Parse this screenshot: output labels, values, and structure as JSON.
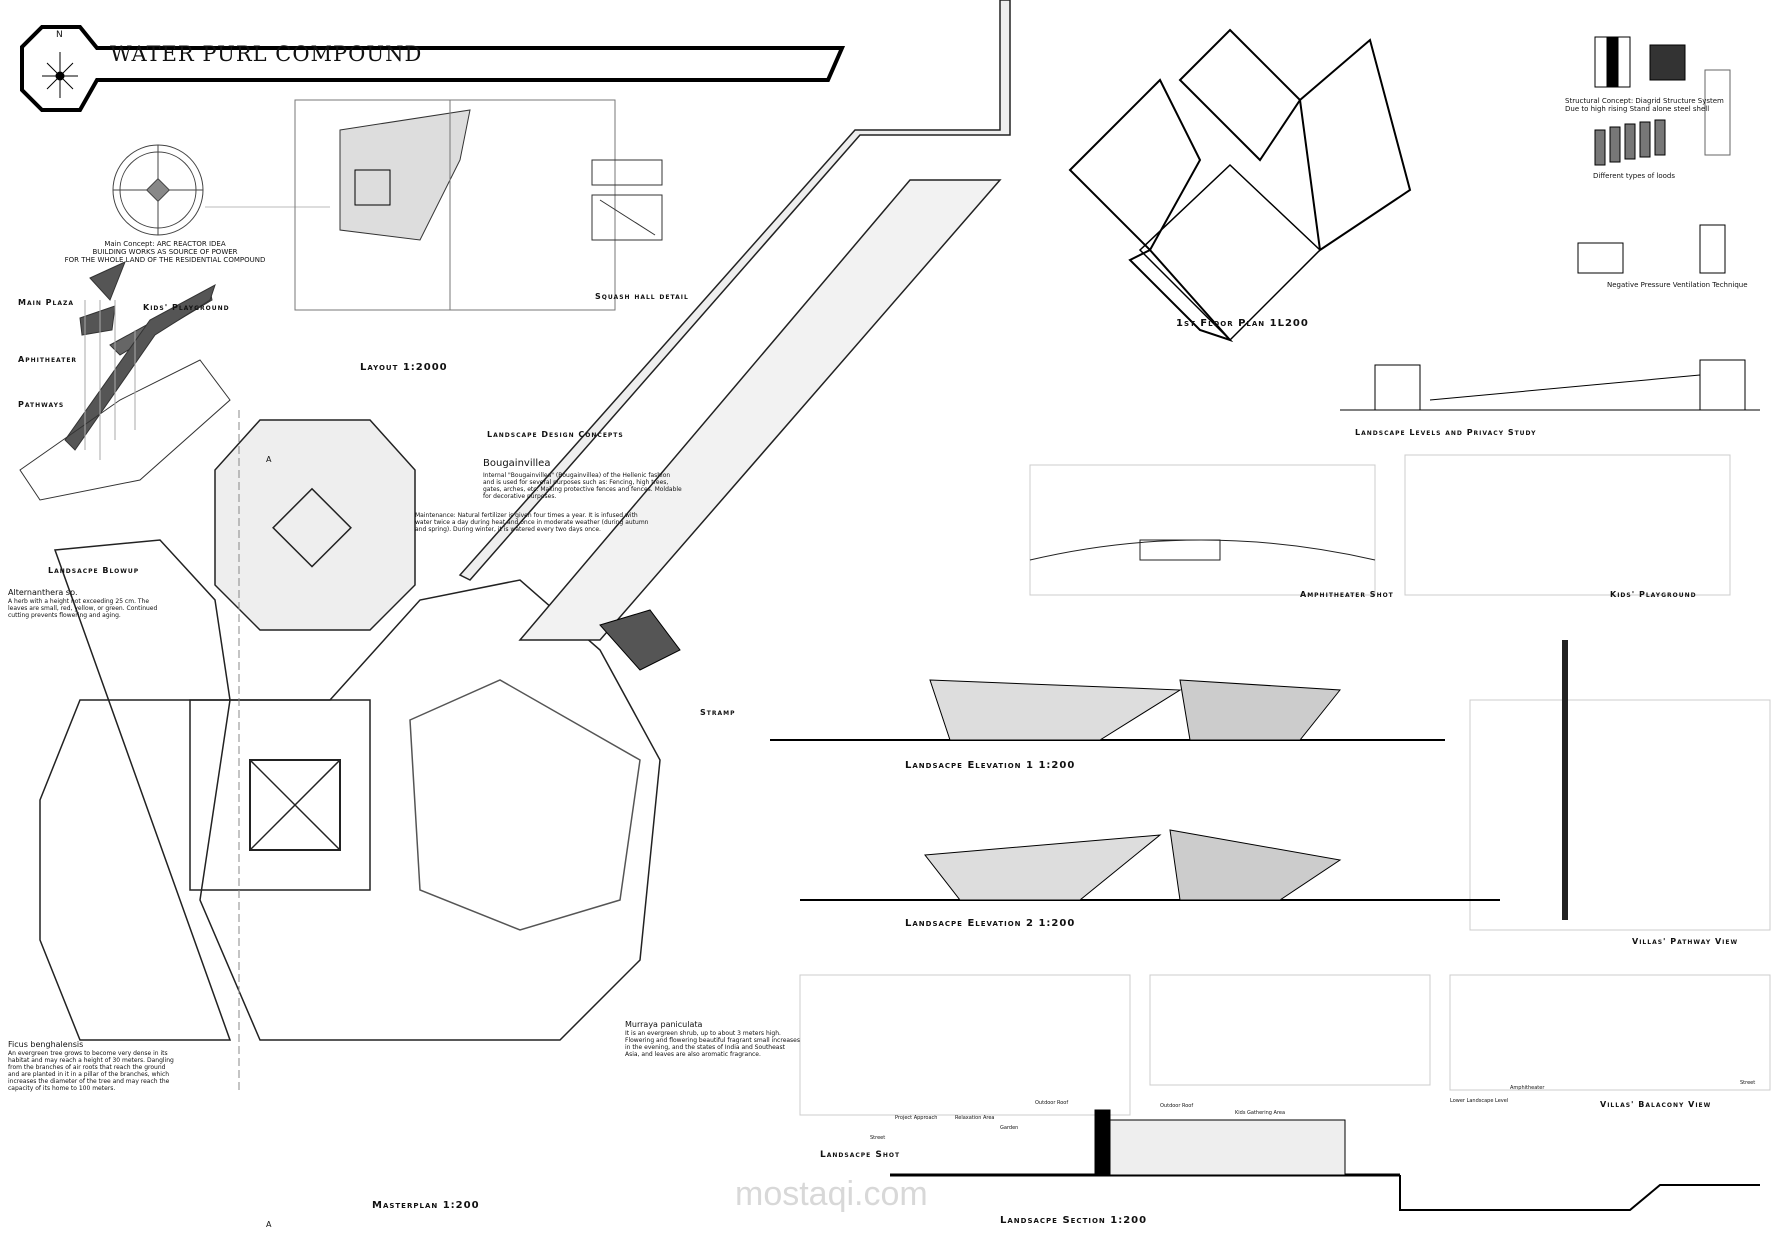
{
  "sheet": {
    "title": "WATER PURL COMPOUND",
    "north_label": "N"
  },
  "concept": {
    "line1": "Main Concept: ARC REACTOR IDEA",
    "line2": "BUILDING WORKS AS SOURCE OF POWER",
    "line3": "FOR THE WHOLE LAND OF THE RESIDENTIAL COMPOUND"
  },
  "blowup": {
    "main_plaza": "Main Plaza",
    "kids_playground": "Kids' Playground",
    "amphitheater": "Aphitheater",
    "pathways": "Pathways",
    "caption": "Landsacpe Blowup"
  },
  "layout_caption": "Layout 1:2000",
  "squash_caption": "Squash hall detail",
  "design_concepts_caption": "Landscape Design Concepts",
  "plants": {
    "bougainvillea": {
      "name": "Bougainvillea",
      "text": "Internal \"Bougainvillea\" (Bougainvillea) of the Hellenic fashion and is used for several purposes such as: Fencing, high trees, gates, arches, etc. Making protective fences and fences. Moldable for decorative purposes.",
      "maintenance": "Maintenance: Natural fertilizer is given four times a year. It is infused with water twice a day during heat and once in moderate weather (during autumn and spring). During winter, it is watered every two days once."
    },
    "alternanthera": {
      "name": "Alternanthera sp.",
      "text": "A herb with a height not exceeding 25 cm. The leaves are small, red, yellow, or green. Continued cutting prevents flowering and aging."
    },
    "ficus": {
      "name": "Ficus benghalensis",
      "text": "An evergreen tree grows to become very dense in its habitat and may reach a height of 30 meters. Dangling from the branches of air roots that reach the ground and are planted in it in a pillar of the branches, which increases the diameter of the tree and may reach the capacity of its home to 100 meters."
    },
    "murraya": {
      "name": "Murraya paniculata",
      "text": "It is an evergreen shrub, up to about 3 meters high. Flowering and flowering beautiful fragrant small increases in the evening, and the states of India and Southeast Asia, and leaves are also aromatic fragrance."
    }
  },
  "masterplan_caption": "Masterplan 1:200",
  "stramp_caption": "Stramp",
  "floor_plan_caption": "1st Floor Plan 1L200",
  "structure": {
    "concept_line1": "Structural Concept: Diagrid Structure System",
    "concept_line2": "Due to high rising Stand alone steel shell",
    "loads": "Different types of loods",
    "ventilation": "Negative Pressure Ventilation Technique"
  },
  "levels_caption": "Landscape Levels and Privacy Study",
  "views": {
    "amphitheater": "Amphitheater Shot",
    "kids": "Kids' Playground",
    "elevation1": "Landsacpe Elevation 1 1:200",
    "elevation2": "Landsacpe Elevation 2 1:200",
    "villas_pathway": "Villas' Pathway View",
    "landscape_shot": "Landsacpe Shot",
    "villas_balcony": "Villas' Balacony View",
    "section": "Landsacpe Section 1:200"
  },
  "section_tags": [
    "Street",
    "Project Approach",
    "Relaxation Area",
    "Outdoor Roof",
    "Garden",
    "Outdoor Roof",
    "Kids Gathering Area",
    "Lower Landscape Level",
    "Amphitheater",
    "Street"
  ],
  "section_marker": "A",
  "watermark": "mostaqi.com"
}
